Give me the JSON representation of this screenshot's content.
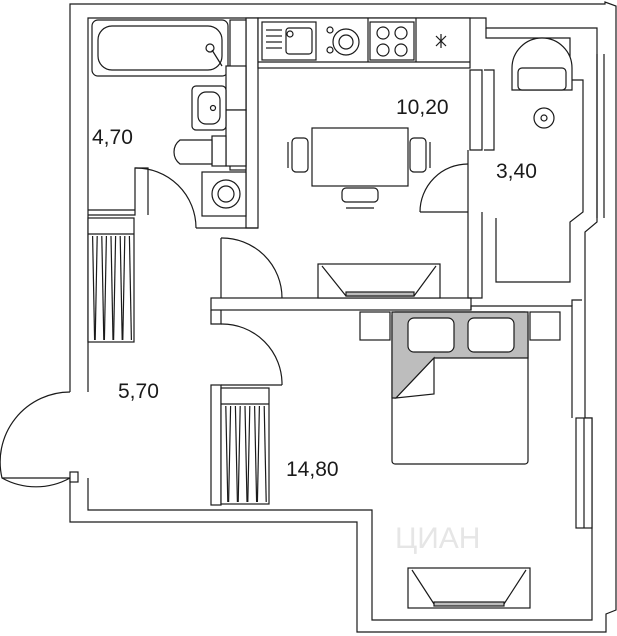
{
  "rooms": {
    "bathroom": "4,70",
    "kitchen": "10,20",
    "balcony": "3,40",
    "hall": "5,70",
    "bedroom": "14,80"
  },
  "watermark": "ЦИАН",
  "colors": {
    "wall": "#1a1a1a",
    "fill_accent": "#bdbdbd",
    "background": "#ffffff"
  }
}
